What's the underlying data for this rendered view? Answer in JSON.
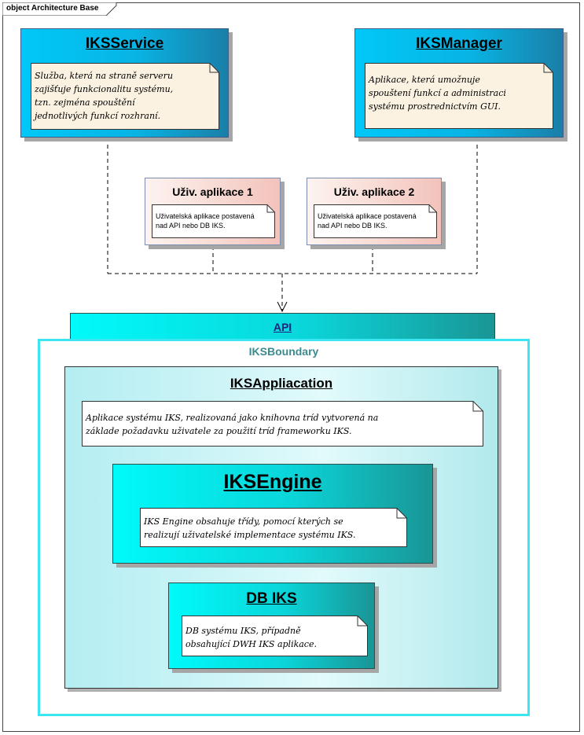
{
  "frame": {
    "label": "object Architecture Base"
  },
  "iks_service": {
    "title": "IKSService",
    "note": "Služba, která na straně serveru\nzajišťuje funkcionalitu systému,\ntzn. zejména spouštění\njednotlivých funkcí rozhraní."
  },
  "iks_manager": {
    "title": "IKSManager",
    "note": "Aplikace, která umožnuje\nspouštení funkcí a administraci\nsystému prostrednictvím GUI."
  },
  "app1": {
    "title": "Uživ. aplikace 1",
    "note": "Uživatelská aplikace postavená\nnad API nebo DB IKS."
  },
  "app2": {
    "title": "Uživ. aplikace 2",
    "note": "Uživatelská aplikace postavená\nnad API nebo DB IKS."
  },
  "api": {
    "title": "API"
  },
  "boundary": {
    "label": "IKSBoundary"
  },
  "application": {
    "title": "IKSAppliacation",
    "note": "Aplikace systému IKS, realizovaná jako knihovna tríd vytvorená na\nzáklade požadavku uživatele za použití tríd frameworku IKS."
  },
  "engine": {
    "title": "IKSEngine",
    "note": "IKS Engine obsahuje třídy, pomocí kterých se\nrealizují uživatelské implementace systému IKS."
  },
  "db": {
    "title": "DB IKS",
    "note": "DB systému IKS, případně\nobsahující DWH IKS aplikace."
  },
  "colors": {
    "blue_start": "#00c8f8",
    "blue_end": "#1a7fa8",
    "pink_start": "#fdf3f0",
    "pink_end": "#f4c4bd",
    "cyan_start": "#00fafa",
    "cyan_end": "#1a9595",
    "note_fill": "#fbf2e2",
    "boundary_border": "#3ce6f0"
  }
}
